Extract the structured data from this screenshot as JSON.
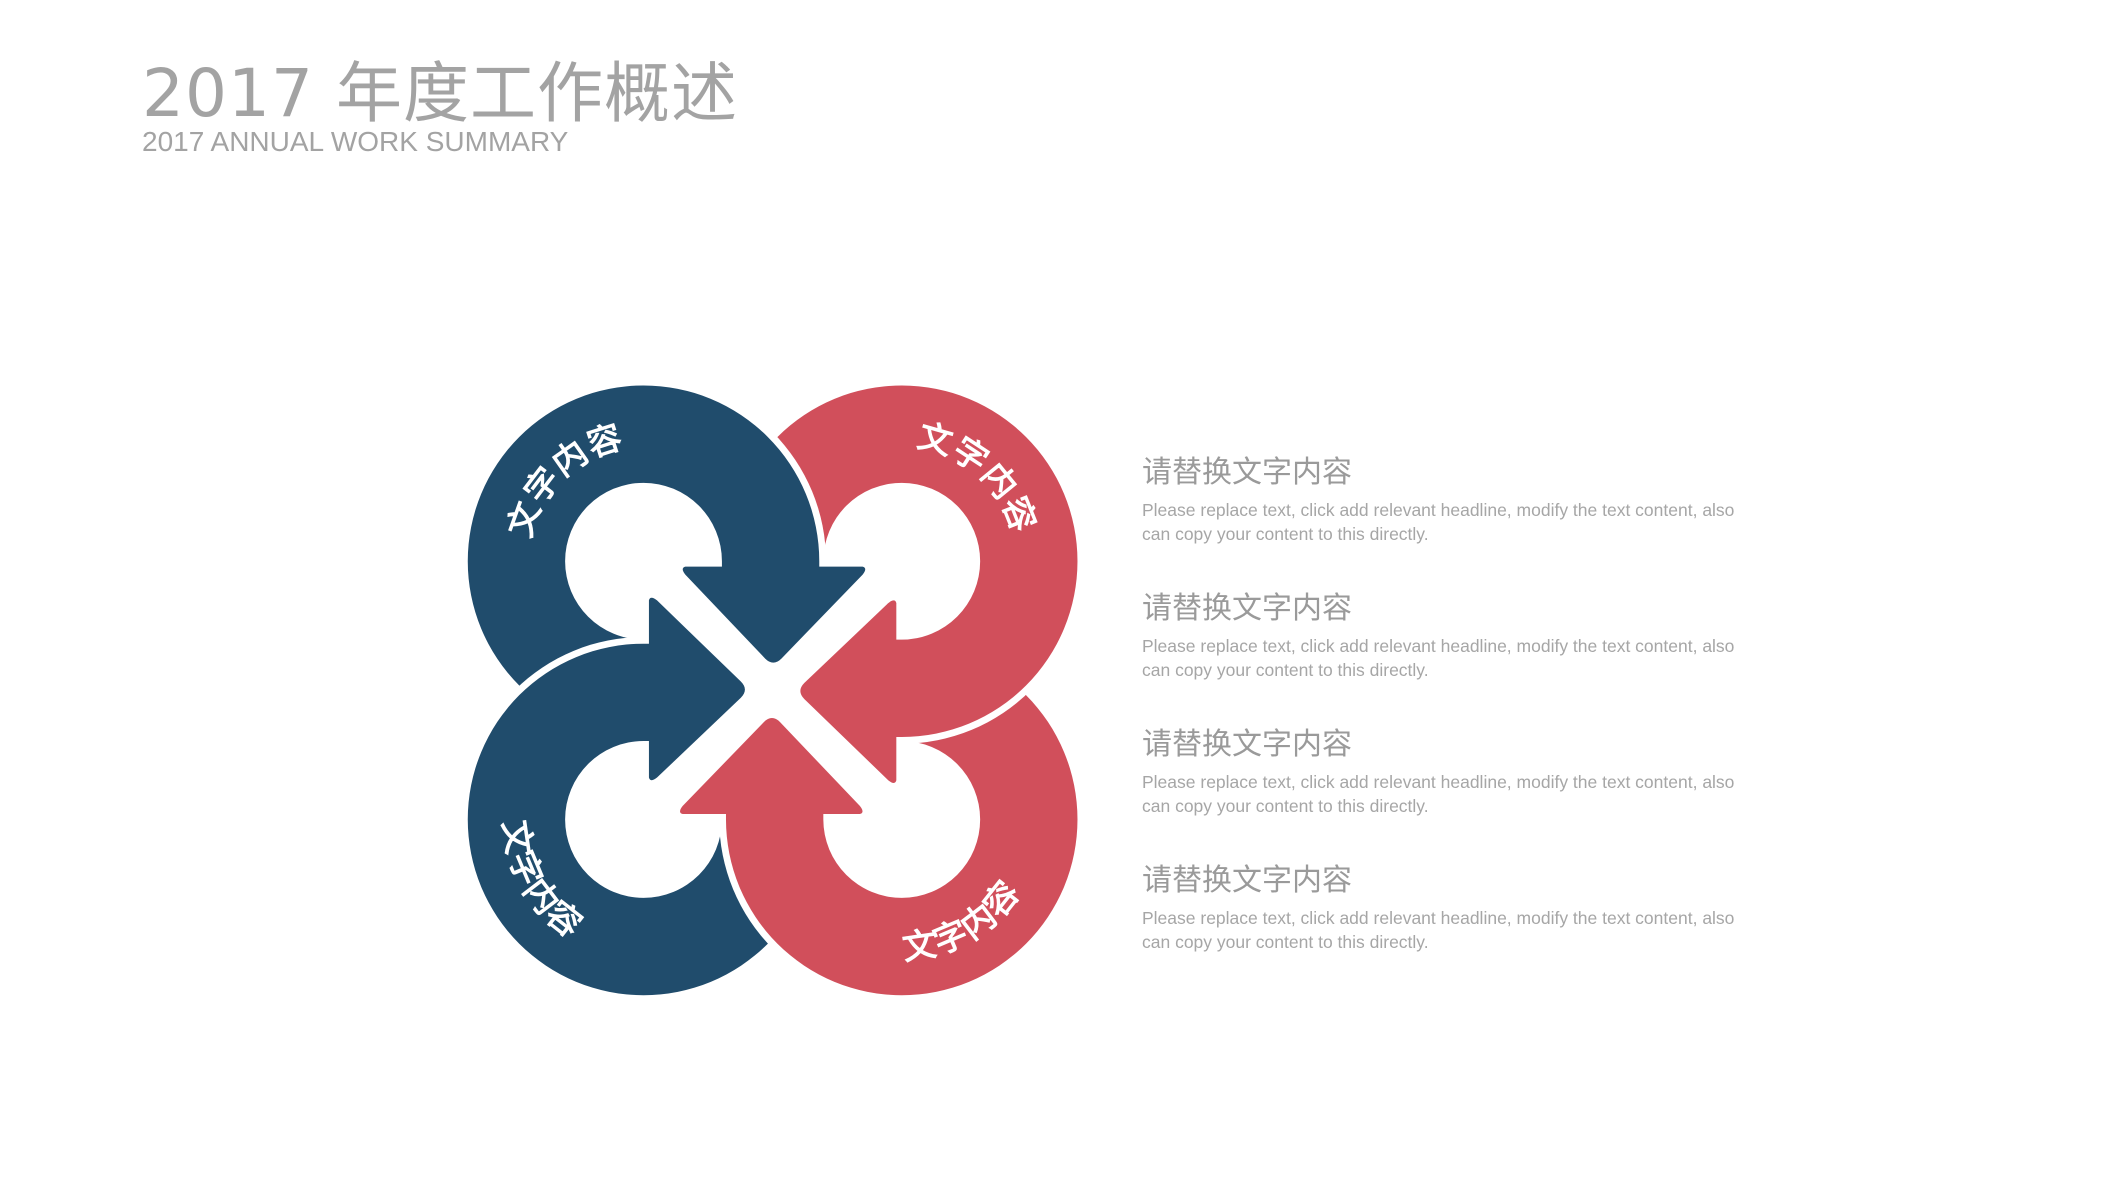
{
  "header": {
    "title": "2017 年度工作概述",
    "subtitle": "2017 ANNUAL WORK SUMMARY"
  },
  "diagram": {
    "colors": {
      "blue": "#204c6c",
      "red": "#d14f5b"
    },
    "labels": [
      "文字内容",
      "文字内容",
      "文字内容",
      "文字内容"
    ]
  },
  "items": [
    {
      "title": "请替换文字内容",
      "body": "Please replace text, click add relevant headline, modify the text content, also can copy your content to this directly."
    },
    {
      "title": "请替换文字内容",
      "body": "Please replace text, click add relevant headline, modify the text content, also can copy your content to this directly."
    },
    {
      "title": "请替换文字内容",
      "body": "Please replace text, click add relevant headline, modify the text content, also can copy your content to this directly."
    },
    {
      "title": "请替换文字内容",
      "body": "Please replace text, click add relevant headline, modify the text content, also can copy your content to this directly."
    }
  ]
}
